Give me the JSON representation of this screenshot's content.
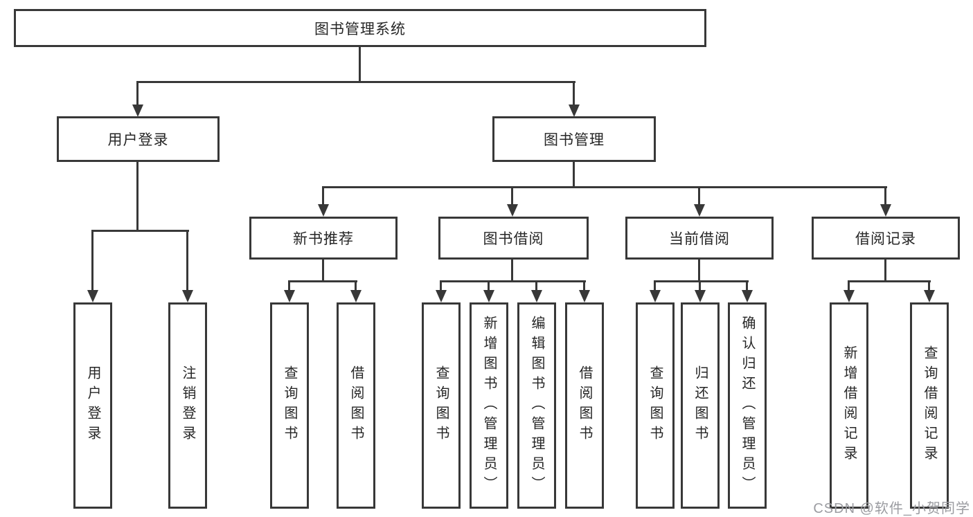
{
  "diagram": {
    "title": "图书管理系统",
    "level2": {
      "user_login": "用户登录",
      "book_management": "图书管理"
    },
    "level3": {
      "new_book": "新书推荐",
      "book_borrow": "图书借阅",
      "current_borrow": "当前借阅",
      "borrow_record": "借阅记录"
    },
    "leaves": {
      "user_login_children": [
        "用户登录",
        "注销登录"
      ],
      "new_book_children": [
        "查询图书",
        "借阅图书"
      ],
      "book_borrow_children": [
        "查询图书",
        "新增图书（管理员）",
        "编辑图书（管理员）",
        "借阅图书"
      ],
      "current_borrow_children": [
        "查询图书",
        "归还图书",
        "确认归还（管理员）"
      ],
      "borrow_record_children": [
        "新增借阅记录",
        "查询借阅记录"
      ]
    }
  },
  "watermark": "CSDN @软件_小贺同学",
  "colors": {
    "line": "#383838",
    "text": "#262626",
    "watermark": "#9b9ca1",
    "background": "#ffffff"
  }
}
